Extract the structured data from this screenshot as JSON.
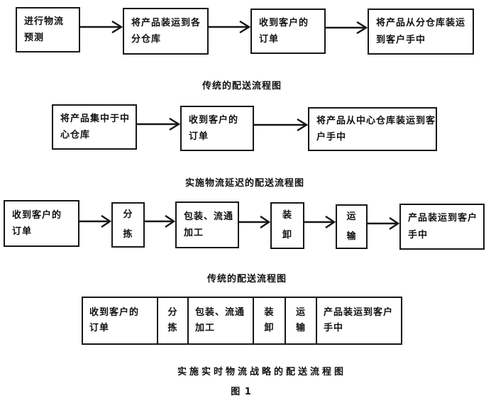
{
  "charts": [
    {
      "caption": "传统的配送流程图",
      "boxes": [
        {
          "label": "进行物流\n预测"
        },
        {
          "label": "将产品装运到各\n分仓库"
        },
        {
          "label": "收到客户的\n订单"
        },
        {
          "label": "将产品从分仓库装运\n到客户手中"
        }
      ]
    },
    {
      "caption": "实施物流延迟的配送流程图",
      "boxes": [
        {
          "label": "将产品集中于中\n心仓库"
        },
        {
          "label": "收到客户的\n订单"
        },
        {
          "label": "将产品从中心仓库装运到客\n户手中"
        }
      ]
    },
    {
      "caption": "传统的配送流程图",
      "boxes": [
        {
          "label": "收到客户的\n订单"
        },
        {
          "label": "分\n拣"
        },
        {
          "label": "包装、流通\n加工"
        },
        {
          "label": "装\n卸"
        },
        {
          "label": "运\n输"
        },
        {
          "label": "产品装运到客户\n手中"
        }
      ]
    },
    {
      "caption": "实施实时物流战略的配送流程图",
      "cells": [
        {
          "label": "收到客户的\n订单"
        },
        {
          "label": "分\n拣"
        },
        {
          "label": "包装、流通\n加工"
        },
        {
          "label": "装\n卸"
        },
        {
          "label": "运\n输"
        },
        {
          "label": "产品装运到客户\n手中"
        }
      ]
    }
  ],
  "figure_label": "图 1",
  "colors": {
    "ink": "#161616",
    "background": "#ffffff"
  }
}
